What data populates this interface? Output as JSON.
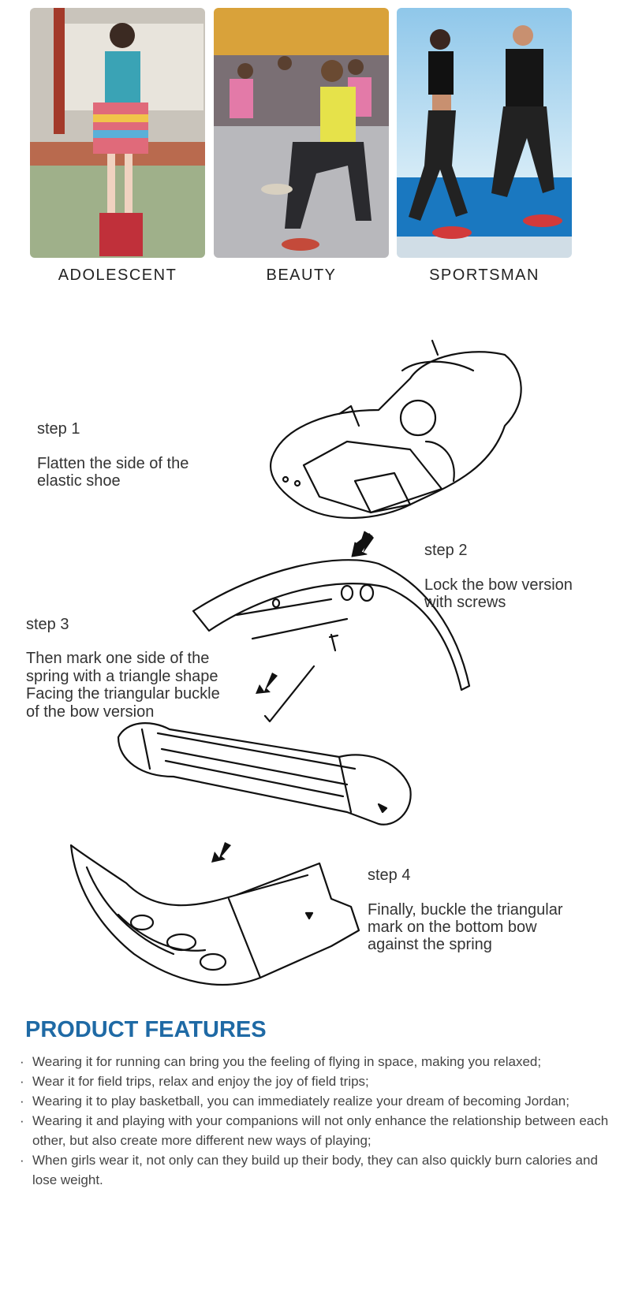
{
  "audiences": [
    {
      "label": "ADOLESCENT"
    },
    {
      "label": "BEAUTY"
    },
    {
      "label": "SPORTSMAN"
    }
  ],
  "steps": [
    {
      "title": "step 1",
      "lines": [
        "Flatten the side of the",
        "elastic shoe"
      ]
    },
    {
      "title": "step 2",
      "lines": [
        "Lock the bow version",
        "with screws"
      ]
    },
    {
      "title": "step 3",
      "lines": [
        "Then mark one side of the",
        "spring with a triangle shape",
        "Facing the triangular buckle",
        "of the bow version"
      ]
    },
    {
      "title": "step 4",
      "lines": [
        "Finally, buckle the triangular",
        "mark on the bottom bow",
        "against the spring"
      ]
    }
  ],
  "features": {
    "heading": "PRODUCT FEATURES",
    "items": [
      "Wearing it for running can bring you the feeling of flying in space, making you relaxed;",
      "Wear it for field trips, relax and enjoy the joy of field trips;",
      "Wearing it to play basketball, you can immediately realize your dream of becoming Jordan;",
      "Wearing it and playing with your companions will not only enhance the relationship between each other, but also create more different new ways of playing;",
      "When girls wear it, not only can they build up their body, they can also quickly burn calories and lose weight."
    ],
    "heading_color": "#1f6aa5"
  }
}
